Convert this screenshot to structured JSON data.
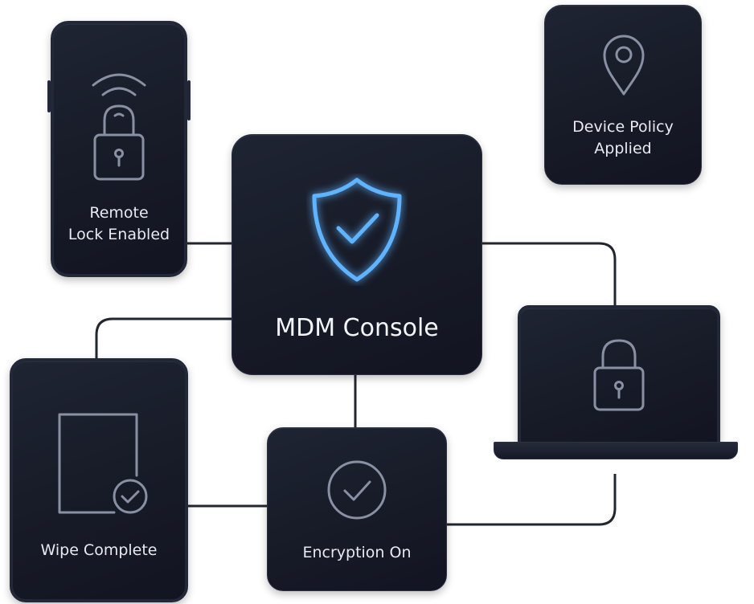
{
  "center": {
    "label": "MDM Console",
    "shield_color": "#5fb3ff"
  },
  "nodes": {
    "phone": {
      "label_line1": "Remote",
      "label_line2": "Lock Enabled",
      "icon": "lock-wifi-icon"
    },
    "policy": {
      "label_line1": "Device Policy",
      "label_line2": "Applied",
      "icon": "location-pin-icon"
    },
    "laptop": {
      "icon": "lock-icon"
    },
    "tablet": {
      "label": "Wipe Complete",
      "icon": "document-check-icon"
    },
    "encryption": {
      "label": "Encryption On",
      "icon": "check-circle-icon"
    }
  },
  "colors": {
    "card_bg": "#1a1e2b",
    "icon_stroke": "#8a90a3",
    "wire": "#22262f",
    "accent": "#5fb3ff"
  }
}
